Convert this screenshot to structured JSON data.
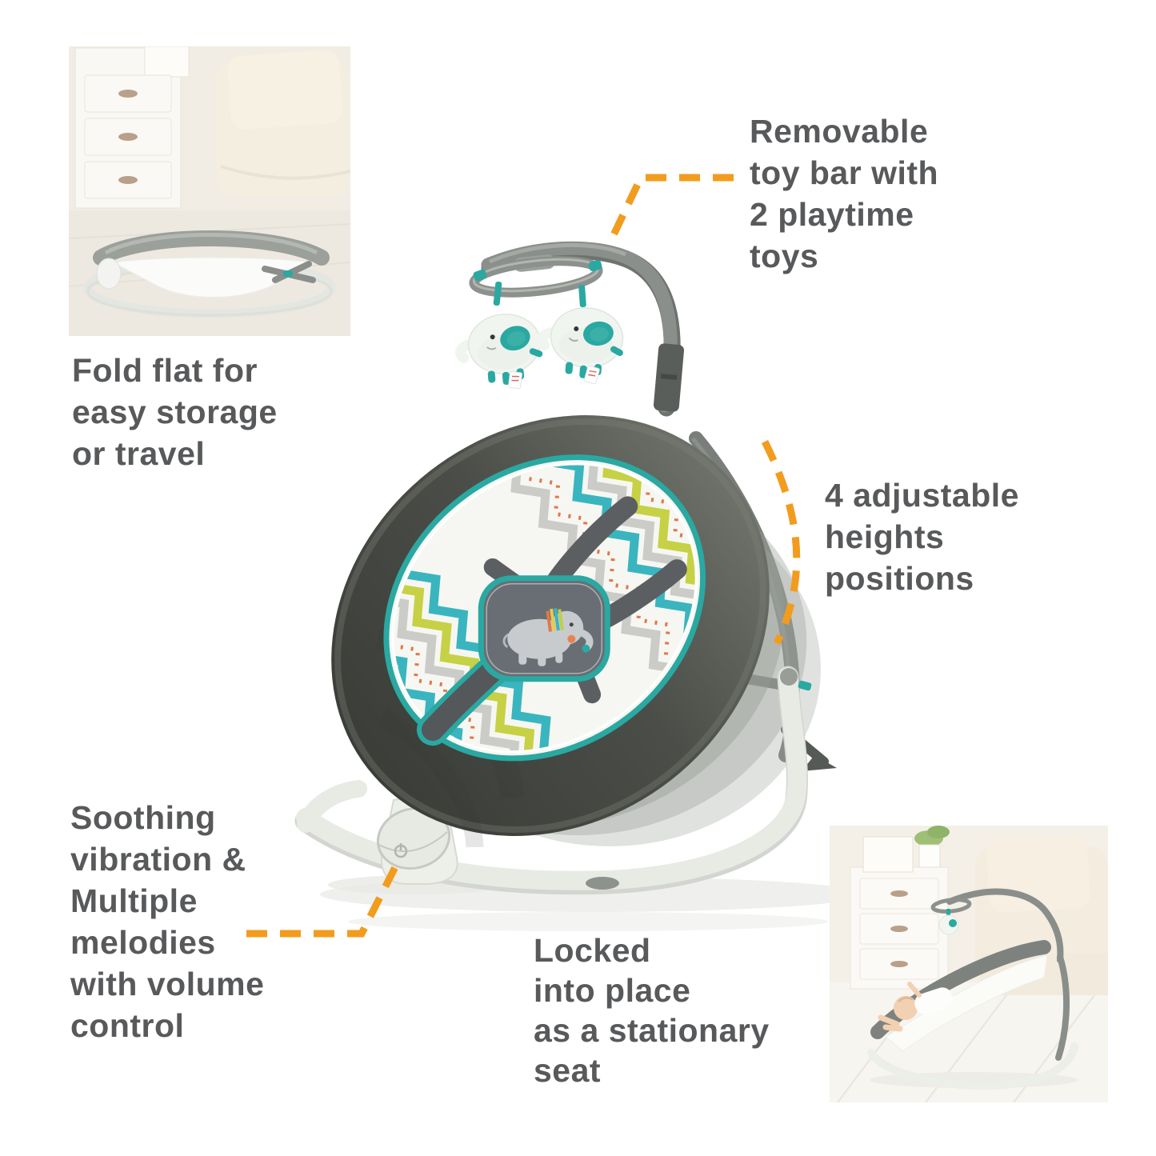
{
  "callouts": {
    "fold_flat": {
      "text": "Fold flat for\neasy storage\nor travel"
    },
    "toy_bar": {
      "text": "Removable\ntoy bar with\n2 playtime\ntoys"
    },
    "heights": {
      "text": "4 adjustable\nheights\npositions"
    },
    "vibration": {
      "text": "Soothing\nvibration &\nMultiple\nmelodies\nwith volume\ncontrol"
    },
    "locked": {
      "text": "Locked\ninto place\nas a stationary\nseat"
    }
  },
  "figures": {
    "main_product": {
      "name": "baby-bouncer-with-removable-toy-bar"
    },
    "folded_inset": {
      "name": "folded-flat-bouncer-room-photo"
    },
    "stationary_inset": {
      "name": "baby-in-stationary-seat-room-photo"
    }
  },
  "colors": {
    "text": "#58595b",
    "leader": "#f29c1e",
    "teal": "#2aa8a2",
    "chevron_teal": "#3ab5bf",
    "chevron_yellow": "#c6d145",
    "chevron_gray": "#cbcbc7",
    "chevron_orange": "#e0784a",
    "plush_dark": "#3a3d38",
    "plush_light": "#6e726a",
    "frame_gray": "#8b8f8b",
    "base_white": "#e8eae4",
    "pad_white": "#f6f7f2",
    "harness_gray": "#5b5f62",
    "crotch_gray": "#696e74"
  }
}
